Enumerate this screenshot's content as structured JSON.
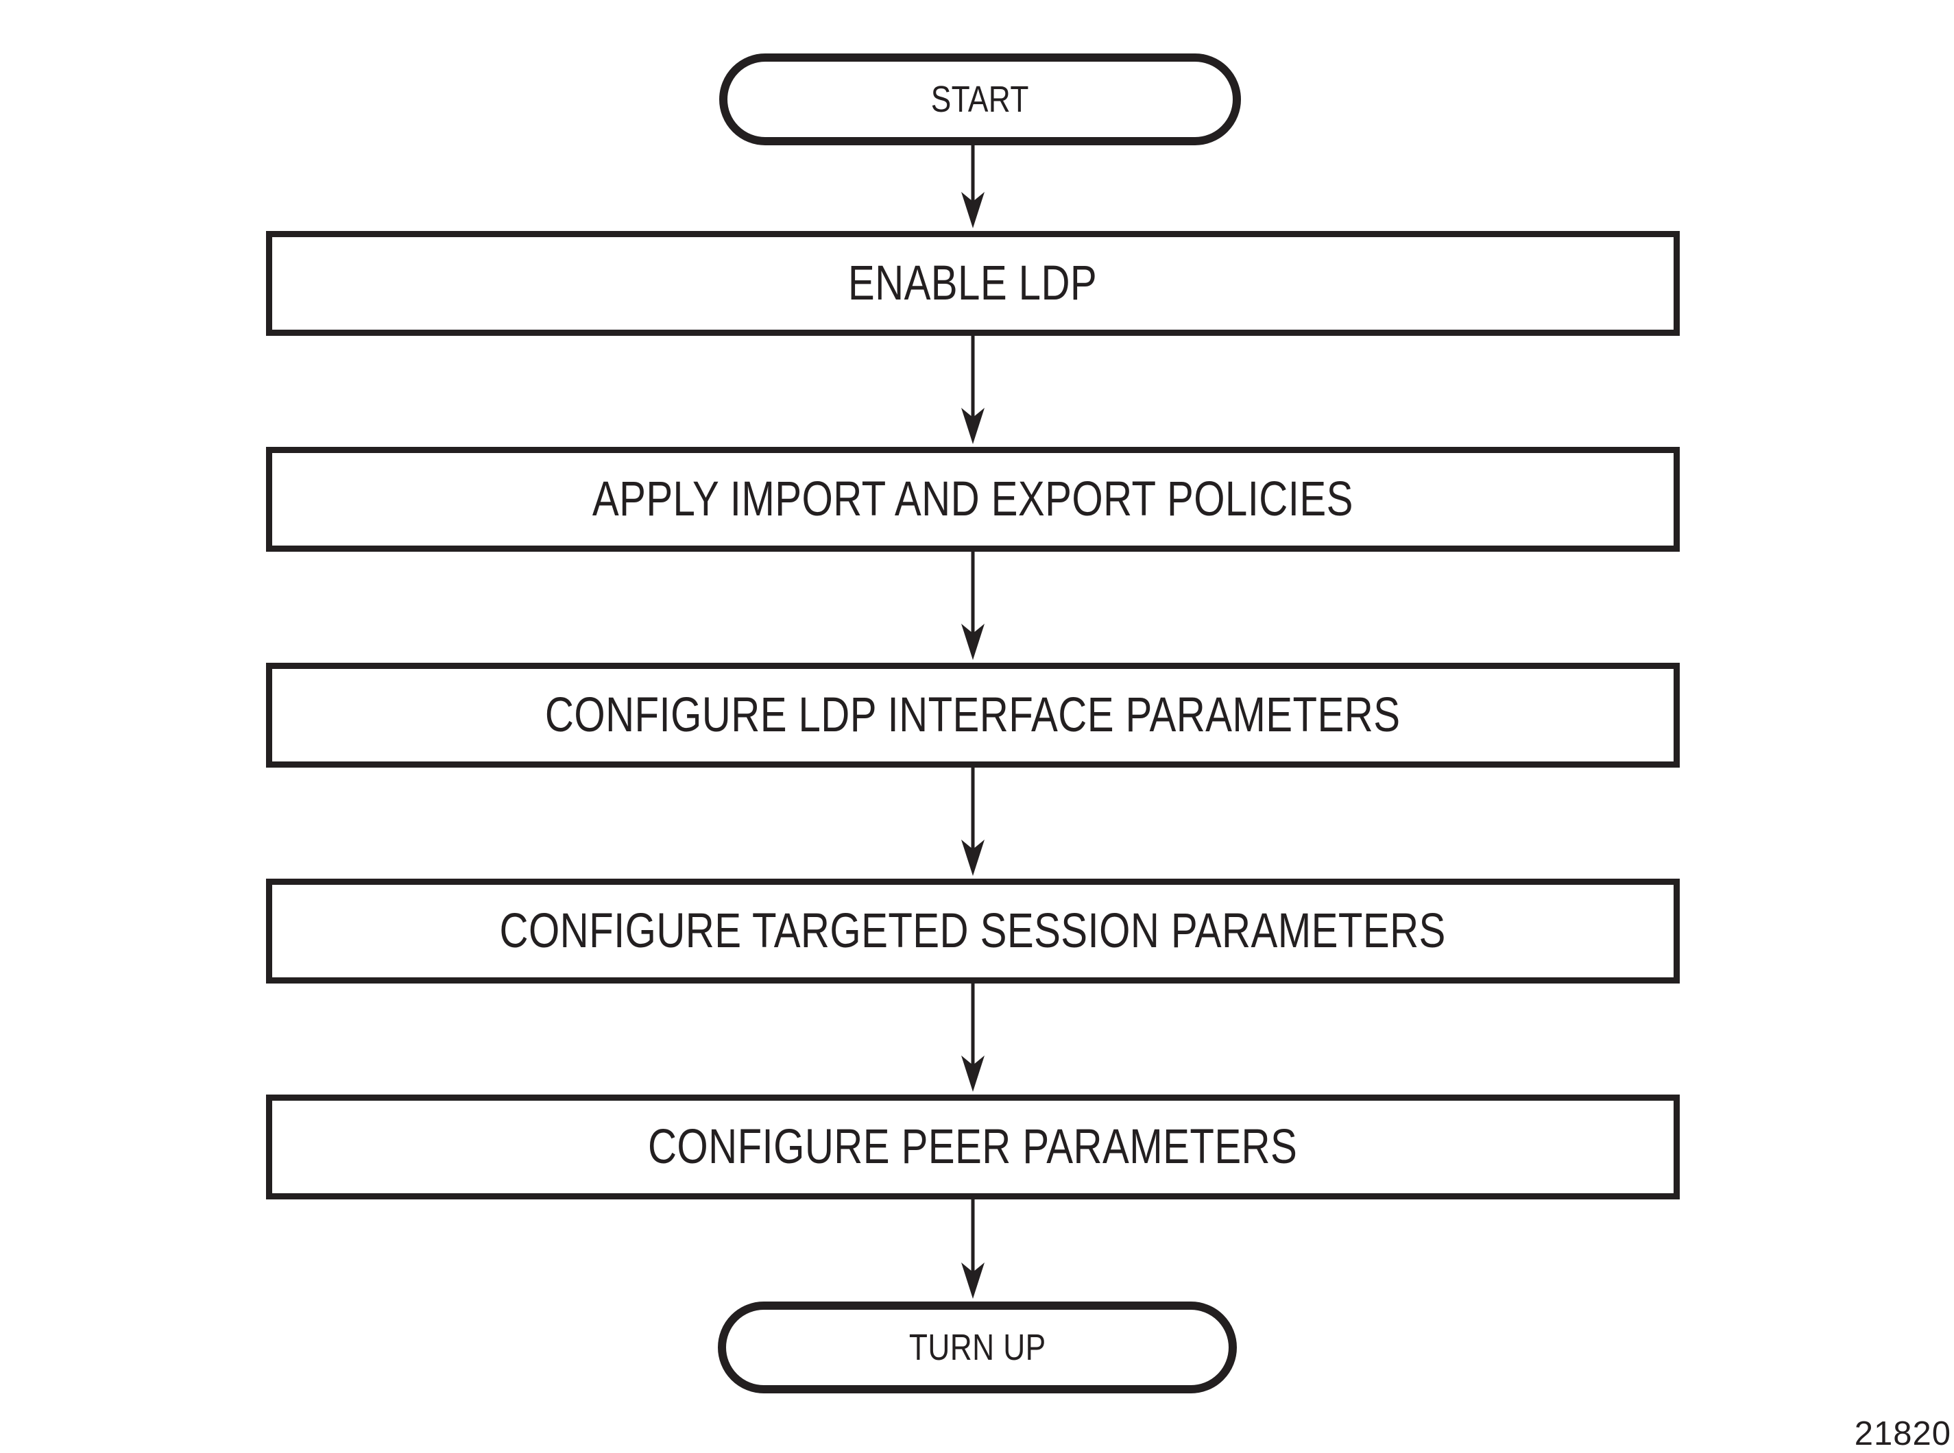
{
  "diagram": {
    "type": "flowchart",
    "figure_number": "21820",
    "colors": {
      "line": "#231f20",
      "background": "#ffffff"
    },
    "nodes": [
      {
        "id": "start",
        "type": "terminator",
        "label": "START"
      },
      {
        "id": "enable-ldp",
        "type": "process",
        "label": "ENABLE LDP"
      },
      {
        "id": "apply-import-export-policies",
        "type": "process",
        "label": "APPLY IMPORT AND EXPORT POLICIES"
      },
      {
        "id": "configure-ldp-interface-parameters",
        "type": "process",
        "label": "CONFIGURE LDP INTERFACE PARAMETERS"
      },
      {
        "id": "configure-targeted-session-parameters",
        "type": "process",
        "label": "CONFIGURE TARGETED SESSION PARAMETERS"
      },
      {
        "id": "configure-peer-parameters",
        "type": "process",
        "label": "CONFIGURE PEER PARAMETERS"
      },
      {
        "id": "turn-up",
        "type": "terminator",
        "label": "TURN UP"
      }
    ],
    "edges": [
      {
        "from": "start",
        "to": "enable-ldp"
      },
      {
        "from": "enable-ldp",
        "to": "apply-import-export-policies"
      },
      {
        "from": "apply-import-export-policies",
        "to": "configure-ldp-interface-parameters"
      },
      {
        "from": "configure-ldp-interface-parameters",
        "to": "configure-targeted-session-parameters"
      },
      {
        "from": "configure-targeted-session-parameters",
        "to": "configure-peer-parameters"
      },
      {
        "from": "configure-peer-parameters",
        "to": "turn-up"
      }
    ]
  }
}
